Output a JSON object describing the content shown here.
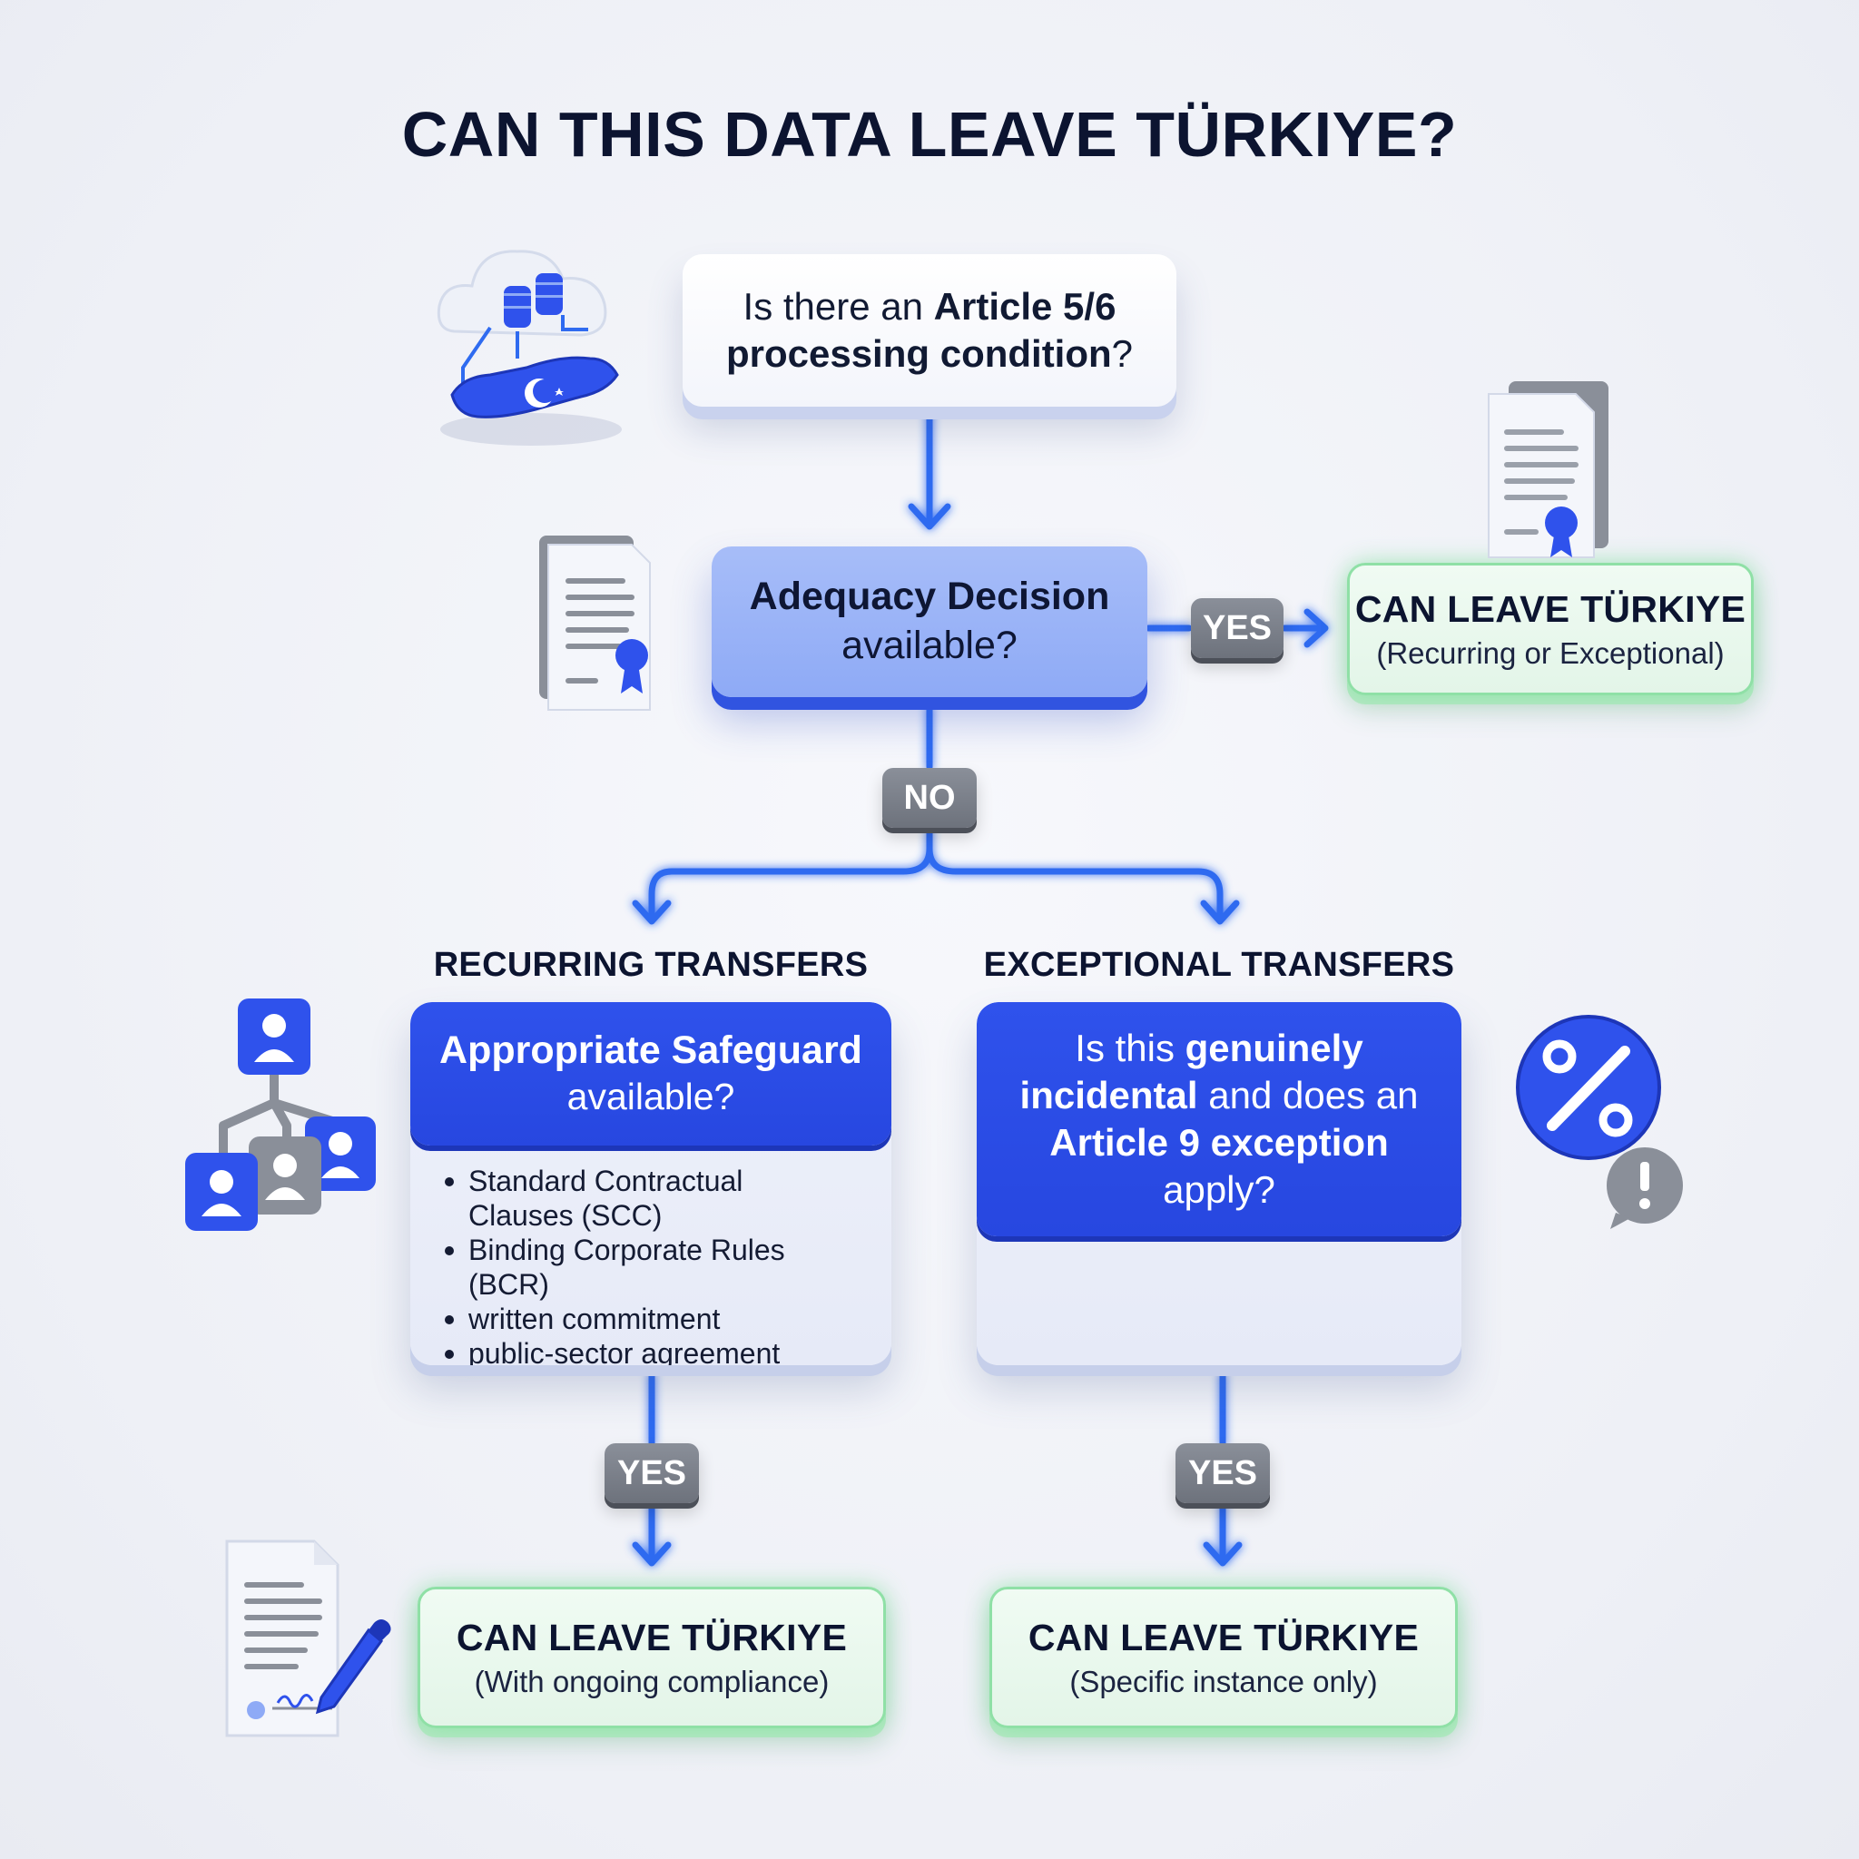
{
  "title": "CAN THIS DATA LEAVE TÜRKIYE?",
  "nodes": {
    "processing_condition": {
      "pre": "Is there an ",
      "strong1": "Article 5/6",
      "strong2": "processing condition",
      "post": "?"
    },
    "adequacy": {
      "strong": "Adequacy Decision",
      "rest": "available?"
    },
    "result_adequacy": {
      "main": "CAN LEAVE TÜRKIYE",
      "sub": "(Recurring or Exceptional)"
    },
    "recurring": {
      "label": "RECURRING TRANSFERS",
      "strong": "Appropriate Safeguard",
      "rest": "available?",
      "items": [
        "Standard Contractual Clauses (SCC)",
        "Binding Corporate Rules (BCR)",
        "written commitment",
        "public-sector agreement"
      ]
    },
    "exceptional": {
      "label": "EXCEPTIONAL TRANSFERS",
      "pre": "Is this ",
      "strong1": "genuinely incidental",
      "mid": " and does an ",
      "strong2": "Article 9 exception",
      "post": " apply?"
    },
    "result_recurring": {
      "main": "CAN LEAVE TÜRKIYE",
      "sub": "(With ongoing compliance)"
    },
    "result_exceptional": {
      "main": "CAN LEAVE TÜRKIYE",
      "sub": "(Specific instance only)"
    }
  },
  "badges": {
    "yes": "YES",
    "no": "NO"
  },
  "icons": [
    "cloud-database-turkiye-map-icon",
    "certificate-document-icon",
    "certificate-document-icon",
    "org-chart-people-icon",
    "percent-alert-icon",
    "signed-document-pen-icon"
  ],
  "colors": {
    "primary_blue": "#2747e0",
    "light_blue": "#8eaaf6",
    "success_green": "#8fe0a6",
    "badge_gray": "#6d727c",
    "arrow_blue": "#2f6bf0"
  }
}
